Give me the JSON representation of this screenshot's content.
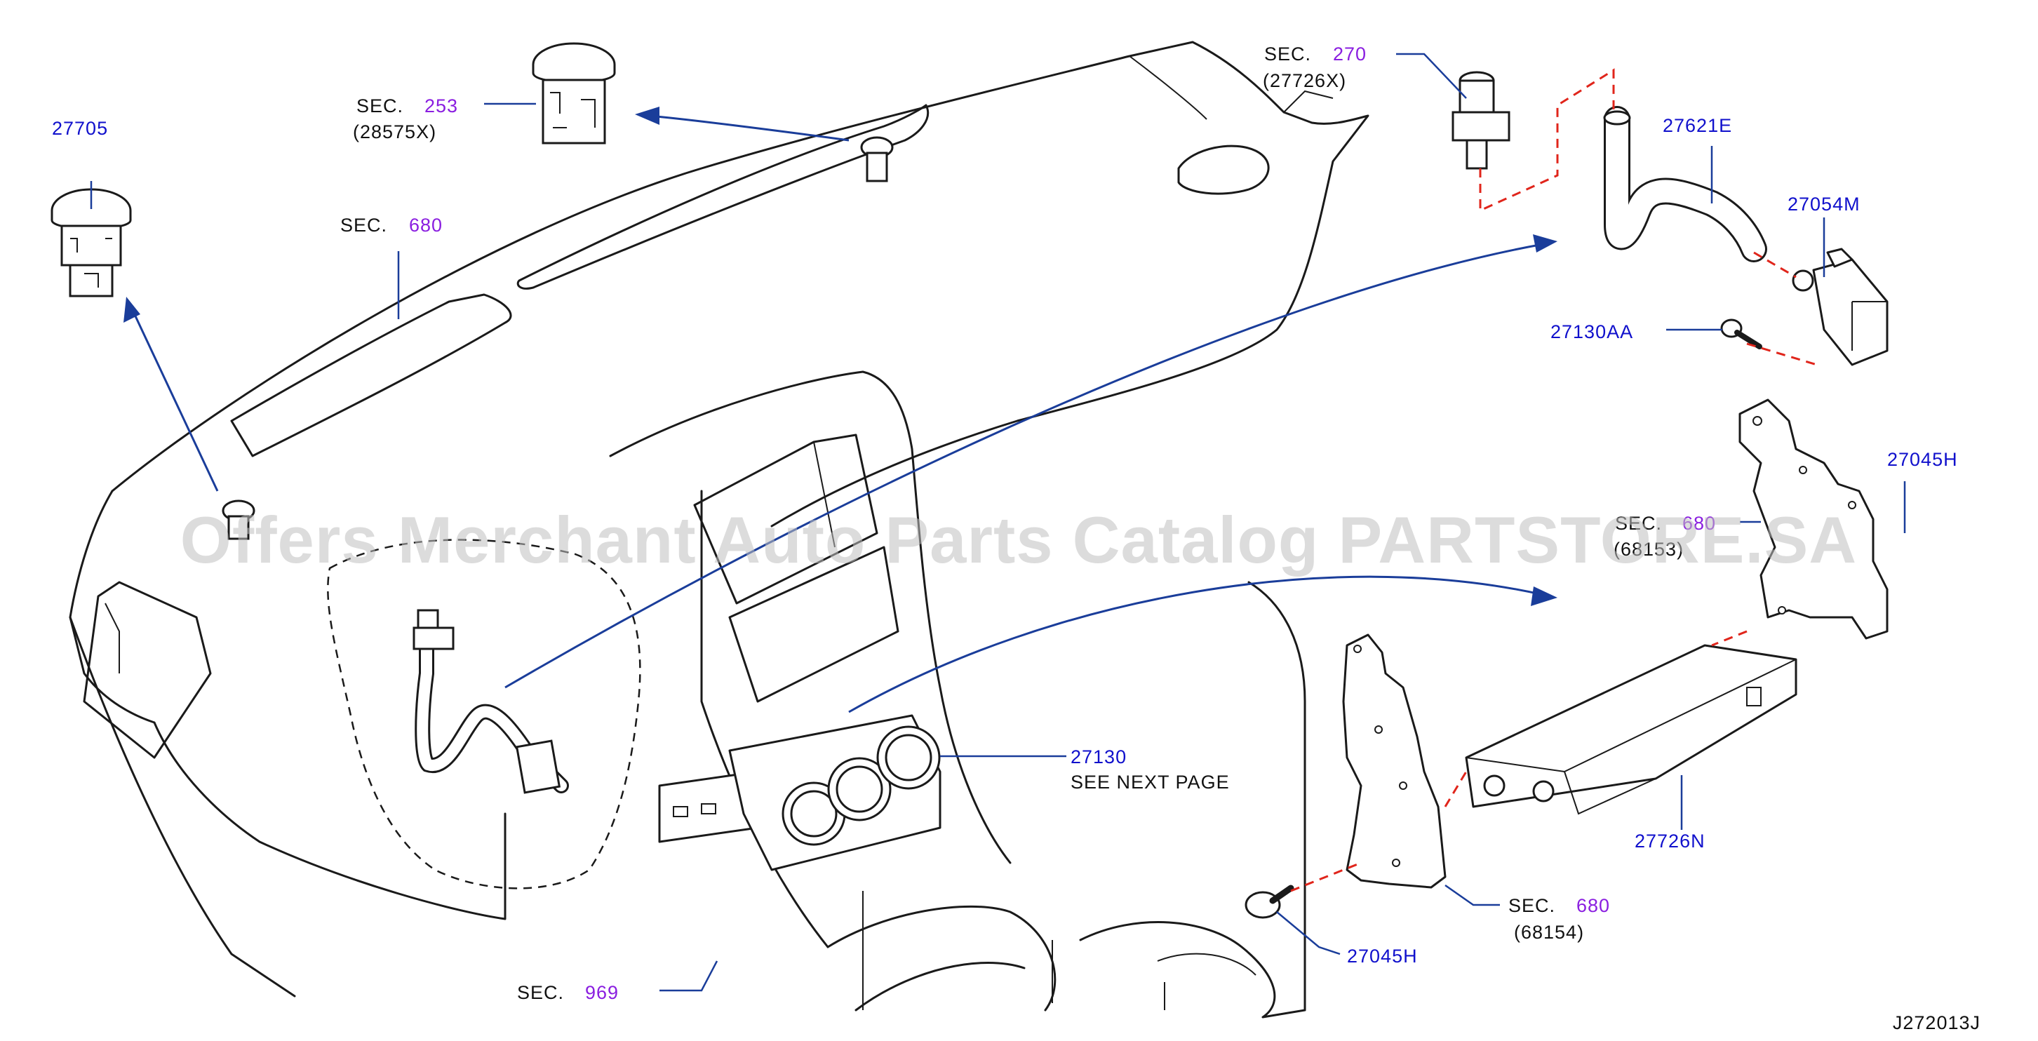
{
  "colors": {
    "part_number": "#1010cc",
    "section_number": "#8a1ee0",
    "text": "#111111",
    "leader": "#1a3d9a",
    "dash_red": "#e0251b",
    "watermark": "#bfbfbf"
  },
  "watermark": "Offers Merchant Auto Parts Catalog PARTSTORE.SA",
  "figure_code": "J272013J",
  "sec_prefix": "SEC.",
  "parts": {
    "p27705": "27705",
    "p27621e": "27621E",
    "p27054m": "27054M",
    "p27130aa": "27130AA",
    "p27045h_top": "27045H",
    "p27130": "27130",
    "p27130_note": "SEE   NEXT   PAGE",
    "p27726n": "27726N",
    "p27045h_bottom": "27045H"
  },
  "sections": {
    "s253": {
      "number": "253",
      "ref": "(28575X)"
    },
    "s680_top": {
      "number": "680"
    },
    "s270": {
      "number": "270",
      "ref": "(27726X)"
    },
    "s680_right": {
      "number": "680",
      "ref": "(68153)"
    },
    "s680_bottom": {
      "number": "680",
      "ref": "(68154)"
    },
    "s969": {
      "number": "969"
    }
  }
}
